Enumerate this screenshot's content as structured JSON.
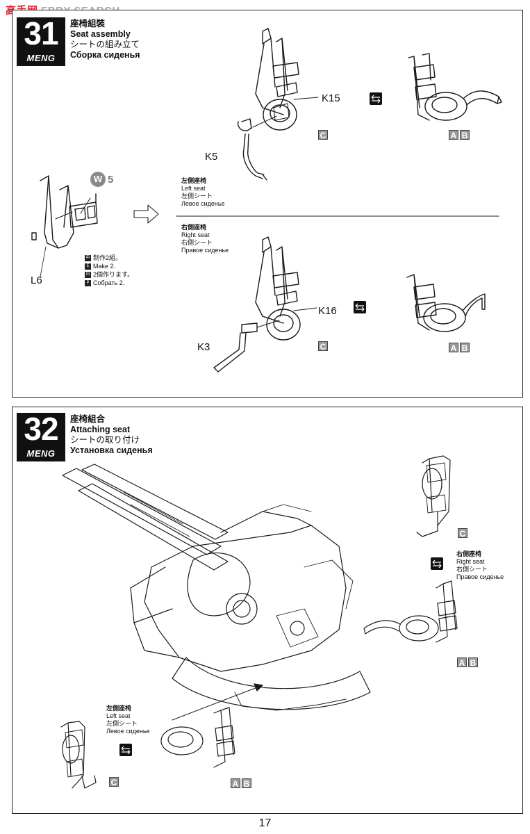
{
  "watermark": {
    "part1": "F",
    "part2": "BBY SEARCH",
    "mark": "高手网"
  },
  "steps": [
    {
      "number": "31",
      "brand": "MENG",
      "title_zh": "座椅組裝",
      "title_en": "Seat assembly",
      "title_ja": "シートの組み立て",
      "title_ru": "Сборка сиденья",
      "part_labels": {
        "k15": "K15",
        "k5": "K5",
        "l6": "L6",
        "k16": "K16",
        "k3": "K3"
      },
      "paint_c": "C",
      "paint_a": "A",
      "paint_b": "B",
      "weathering": {
        "letter": "W",
        "number": "5"
      },
      "make_two": {
        "zh": "制作2組。",
        "en": "Make 2.",
        "ja": "2個作ります。",
        "ru": "Собрать 2."
      },
      "left_seat": {
        "zh": "左側座椅",
        "en": "Left seat",
        "ja": "左側シート",
        "ru": "Левое сиденье"
      },
      "right_seat": {
        "zh": "右側座椅",
        "en": "Right seat",
        "ja": "右側シート",
        "ru": "Правое сиденье"
      }
    },
    {
      "number": "32",
      "brand": "MENG",
      "title_zh": "座椅組合",
      "title_en": "Attaching seat",
      "title_ja": "シートの取り付け",
      "title_ru": "Установка сиденья",
      "paint_c": "C",
      "paint_a": "A",
      "paint_b": "B",
      "left_seat": {
        "zh": "左側座椅",
        "en": "Left seat",
        "ja": "左側シート",
        "ru": "Левое сиденье"
      },
      "right_seat": {
        "zh": "右側座椅",
        "en": "Right seat",
        "ja": "右側シート",
        "ru": "Правое сиденье"
      }
    }
  ],
  "page_number": "17"
}
